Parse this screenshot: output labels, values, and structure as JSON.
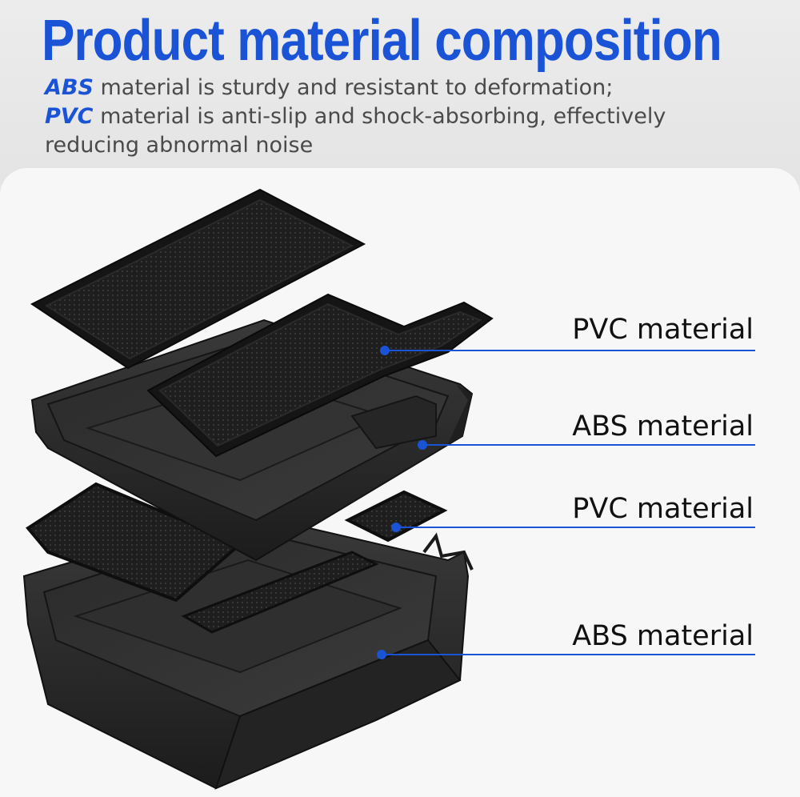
{
  "header": {
    "title": "Product material composition",
    "line1_keyword": "ABS",
    "line1_text": " material is sturdy and resistant to deformation;",
    "line2_keyword": "PVC",
    "line2_text": " material is anti-slip and shock-absorbing, effectively",
    "line3_text": "reducing abnormal noise"
  },
  "callouts": [
    {
      "label": "PVC material"
    },
    {
      "label": "ABS material"
    },
    {
      "label": "PVC material"
    },
    {
      "label": "ABS material"
    }
  ],
  "colors": {
    "accent": "#1a53d6",
    "header_bg": "#e7e7e7",
    "panel_bg": "#f7f7f7",
    "tray": "#2b2b2b"
  }
}
